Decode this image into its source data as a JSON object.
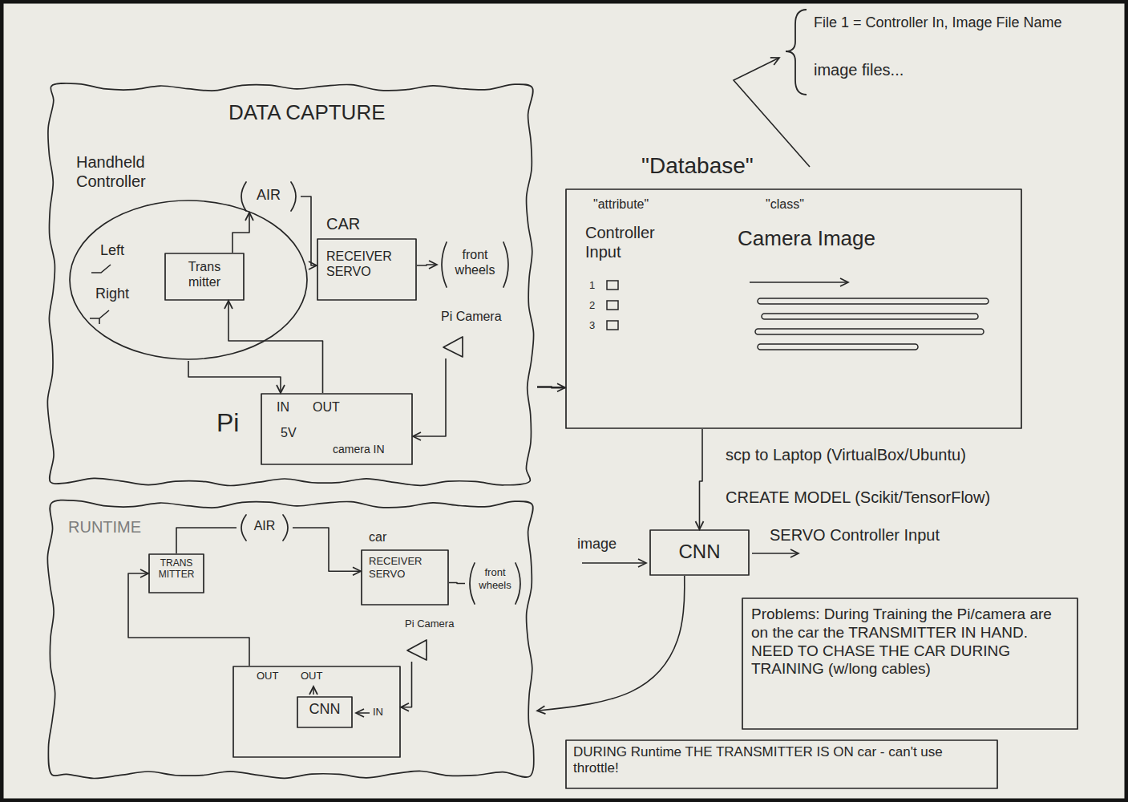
{
  "diagram": {
    "nodes": [
      {
        "text": [
          "DATA CAPTURE"
        ]
      },
      {
        "text": [
          "Handheld Controller",
          "Left",
          "Right"
        ],
        "in": 0
      },
      {
        "text": [
          "Trans mitter"
        ],
        "in": 1
      },
      {
        "text": [
          "AIR"
        ],
        "in": 0
      },
      {
        "text": [
          "CAR",
          "RECEIVER SERVO"
        ],
        "in": 0
      },
      {
        "text": [
          "front wheels"
        ],
        "in": 0
      },
      {
        "text": [
          "Pi Camera"
        ],
        "in": 0
      },
      {
        "text": [
          "Pi",
          "IN",
          "OUT",
          "5V",
          "camera IN"
        ],
        "in": 0
      },
      {
        "text": [
          "\"Database\"",
          "\"attribute\"",
          "\"class\"",
          "Controller Input",
          "Camera Image",
          "1",
          "2",
          "3"
        ]
      },
      {
        "text": [
          "CNN"
        ]
      },
      {
        "text": [
          "RUNTIME"
        ]
      },
      {
        "text": [
          "TRANS MITTER"
        ],
        "in": 10
      },
      {
        "text": [
          "AIR"
        ],
        "in": 10
      },
      {
        "text": [
          "car",
          "RECEIVER SERVO"
        ],
        "in": 10
      },
      {
        "text": [
          "front wheels"
        ],
        "in": 10
      },
      {
        "text": [
          "Pi Camera"
        ],
        "in": 10
      },
      {
        "text": [
          "OUT",
          "OUT",
          "IN"
        ],
        "in": 10
      },
      {
        "text": [
          "CNN"
        ],
        "in": 16
      },
      {
        "text": [
          "Problems: During Training the Pi/camera are on the car the TRANSMITTER IN HAND. NEED TO CHASE THE CAR DURING TRAINING (w/long cables)"
        ]
      },
      {
        "text": [
          "DURING Runtime THE TRANSMITTER IS ON car - can't use throttle!"
        ]
      }
    ],
    "edges": [
      {
        "from": 2,
        "to": 3,
        "arrow": "to"
      },
      {
        "from": 3,
        "to": 4,
        "arrow": "to"
      },
      {
        "from": 4,
        "to": 5,
        "arrow": "to"
      },
      {
        "from": 1,
        "to": 7,
        "arrow": "to"
      },
      {
        "from": 7,
        "to": 2,
        "arrow": "to"
      },
      {
        "from": 6,
        "to": 7,
        "arrow": "to"
      },
      {
        "from": 0,
        "to": 8,
        "arrow": "to"
      },
      {
        "from": 8,
        "to": 9,
        "arrow": "to"
      },
      {
        "from": 9,
        "to": 10,
        "arrow": "to"
      },
      {
        "from": 16,
        "to": 11,
        "arrow": "to"
      },
      {
        "from": 11,
        "to": 12,
        "arrow": "none"
      },
      {
        "from": 12,
        "to": 13,
        "arrow": "to"
      },
      {
        "from": 13,
        "to": 14,
        "arrow": "none"
      },
      {
        "from": 15,
        "to": 16,
        "arrow": "to"
      }
    ],
    "labels": [
      "File 1 = Controller In, Image File Name",
      "image files...",
      "scp to Laptop (VirtualBox/Ubuntu)",
      "CREATE MODEL (Scikit/TensorFlow)",
      "image",
      "SERVO Controller Input"
    ]
  }
}
